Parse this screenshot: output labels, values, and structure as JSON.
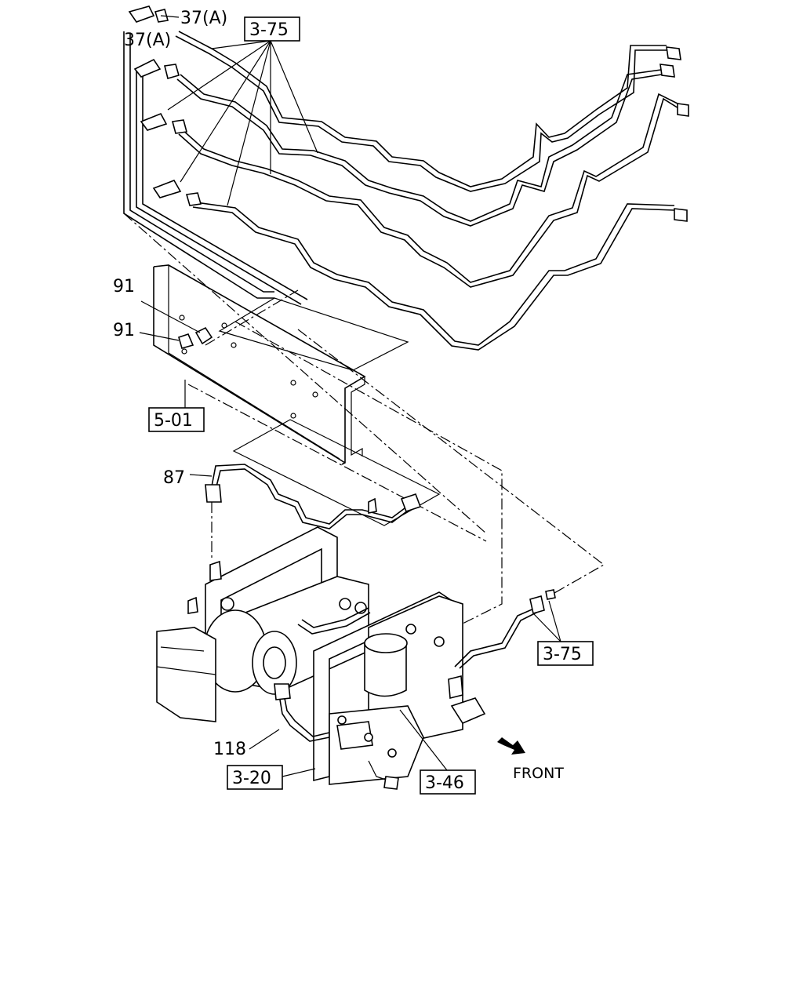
{
  "labels": {
    "part_37a_top": "37(A)",
    "part_37a_second": "37(A)",
    "ref_3_75_top": "3-75",
    "part_91_upper": "91",
    "part_91_lower": "91",
    "ref_5_01": "5-01",
    "part_87": "87",
    "ref_3_75_right": "3-75",
    "part_118": "118",
    "ref_3_20": "3-20",
    "ref_3_46": "3-46",
    "front": "FRONT"
  },
  "icons": {
    "front_arrow": "front-direction-arrow"
  }
}
